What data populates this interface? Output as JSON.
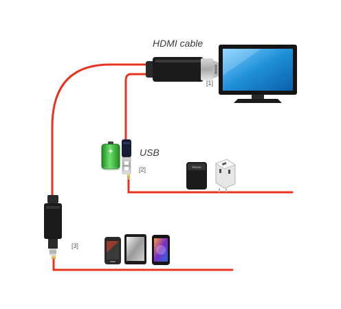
{
  "labels": {
    "hdmi_cable": "HDMI cable",
    "usb": "USB",
    "marker_1": "[1]",
    "marker_2": "[2]",
    "marker_3": "[3]"
  },
  "colors": {
    "cable_red": "#e8331f",
    "connector_black": "#1b1b1b",
    "screen_blue": "#1e8fd8",
    "battery_green": "#38b438"
  },
  "icons": {
    "monitor": "monitor-icon",
    "battery": "battery-icon",
    "power_bank": "power-bank-icon",
    "wall_charger": "wall-charger-icon",
    "phone_1": "smartphone-icon",
    "tablet": "tablet-icon",
    "phone_2": "smartphone-icon"
  }
}
